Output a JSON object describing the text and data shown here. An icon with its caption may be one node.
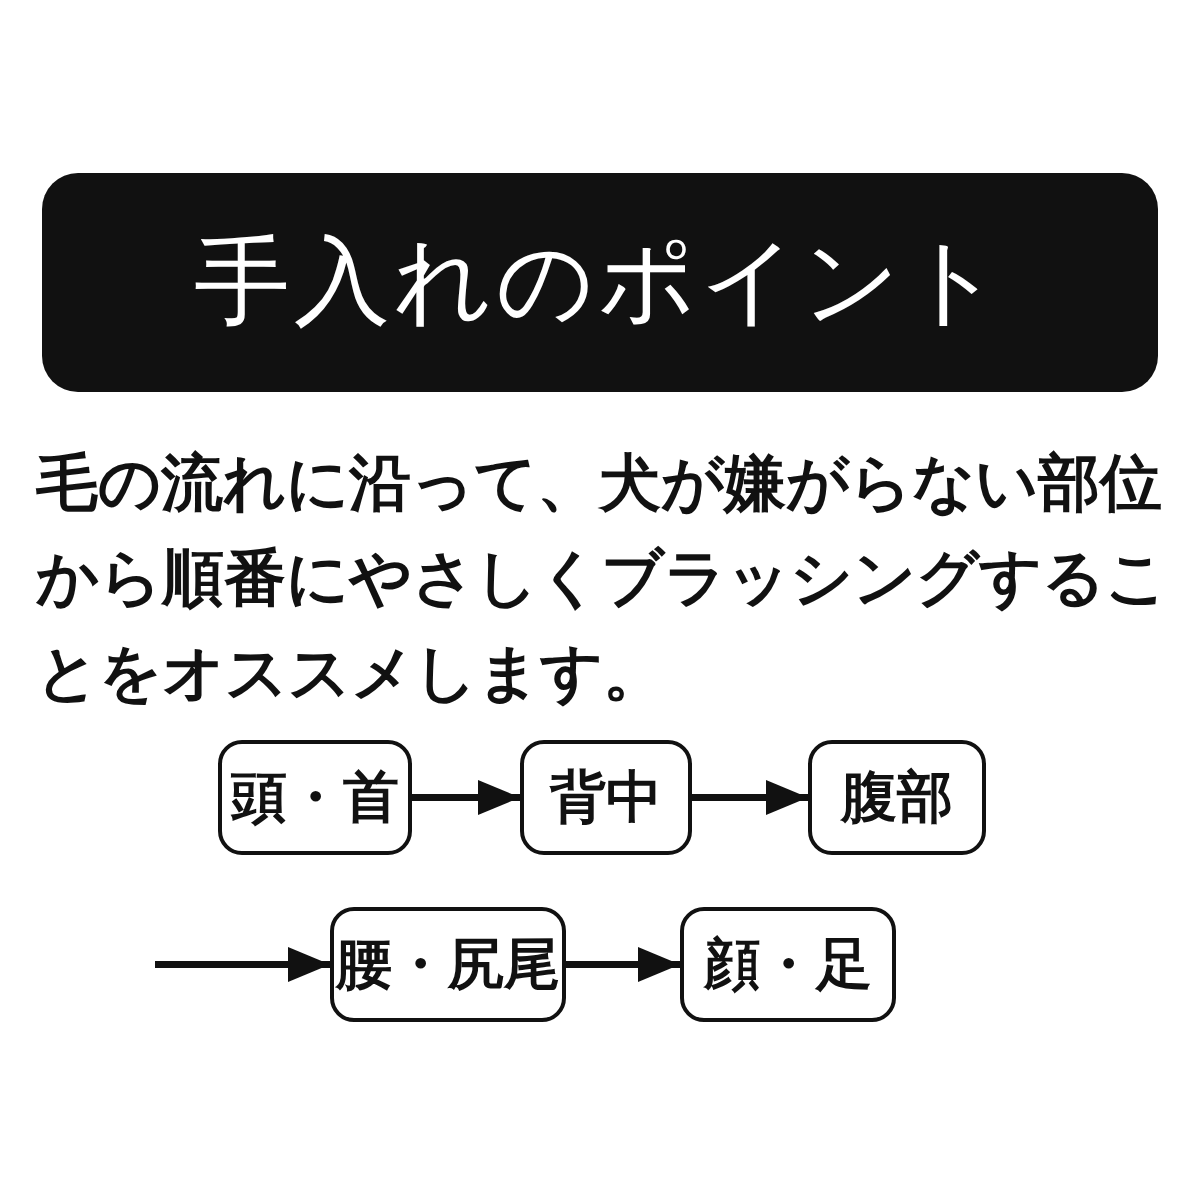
{
  "diagram": {
    "title": "手入れのポイント",
    "nodes": [
      {
        "text": [
          "頭・首"
        ]
      },
      {
        "text": [
          "背中"
        ]
      },
      {
        "text": [
          "腹部"
        ]
      },
      {
        "text": [
          "腰・尻尾"
        ]
      },
      {
        "text": [
          "顔・足"
        ]
      }
    ],
    "edges": [
      {
        "from": 0,
        "to": 1,
        "arrow": "to"
      },
      {
        "from": 1,
        "to": 2,
        "arrow": "to"
      },
      {
        "from": null,
        "to": 3,
        "arrow": "to"
      },
      {
        "from": 3,
        "to": 4,
        "arrow": "to"
      }
    ],
    "labels": [
      "毛の流れに沿って、犬が嫌がらない部位から順番にやさしくブラッシングすることをオススメします。"
    ]
  }
}
